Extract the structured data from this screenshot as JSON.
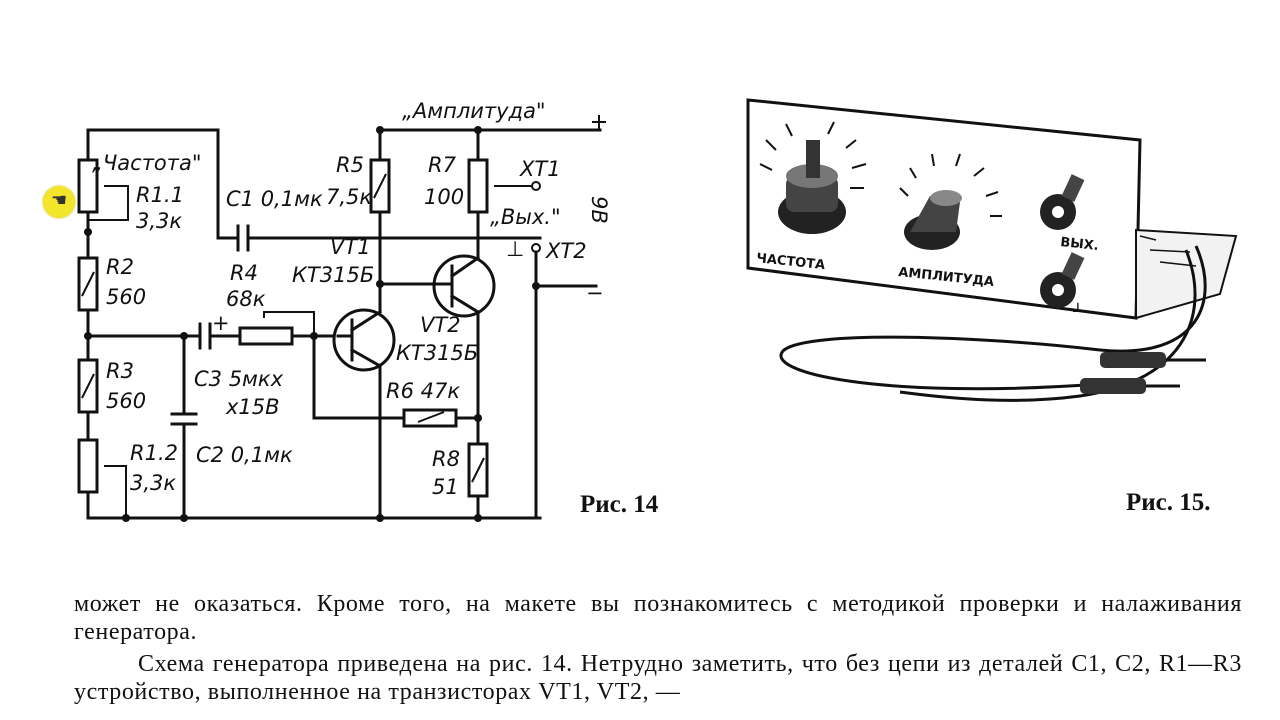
{
  "fig14": {
    "caption": "Рис. 14",
    "labels": {
      "freq": "„Частота\"",
      "r11_name": "R1.1",
      "r11_val": "3,3к",
      "c1": "C1 0,1мк",
      "r2_name": "R2",
      "r2_val": "560",
      "r3_name": "R3",
      "r3_val": "560",
      "r12_name": "R1.2",
      "r12_val": "3,3к",
      "r4_name": "R4",
      "r4_val": "68к",
      "c3_a": "C3 5мкх",
      "c3_b": "х15В",
      "c2": "C2 0,1мк",
      "r5_name": "R5",
      "r5_val": "7,5к",
      "r7_name": "R7",
      "r7_val": "100",
      "vt1_name": "VT1",
      "vt1_type": "КТ315Б",
      "vt2_name": "VT2",
      "vt2_type": "КТ315Б",
      "r6": "R6 47к",
      "r8_name": "R8",
      "r8_val": "51",
      "amp": "„Амплитуда\"",
      "plus": "+",
      "minus": "−",
      "xt1": "XT1",
      "out": "„Вых.\"",
      "xt2": "XT2",
      "volt": "9В",
      "ground": "⊥"
    }
  },
  "fig15": {
    "caption": "Рис. 15.",
    "panel": {
      "freq": "ЧАСТОТА",
      "amp": "АМПЛИТУДА",
      "out": "ВЫХ.",
      "ground": "⊥"
    }
  },
  "text": {
    "para1": "может не оказаться. Кроме того, на макете вы познакомитесь с методикой проверки и налаживания генератора.",
    "para2": "Схема генератора приведена на рис. 14. Нетрудно заметить, что без цепи из деталей C1, C2, R1—R3 устройство, выполненное на транзисторах VT1, VT2, —"
  }
}
